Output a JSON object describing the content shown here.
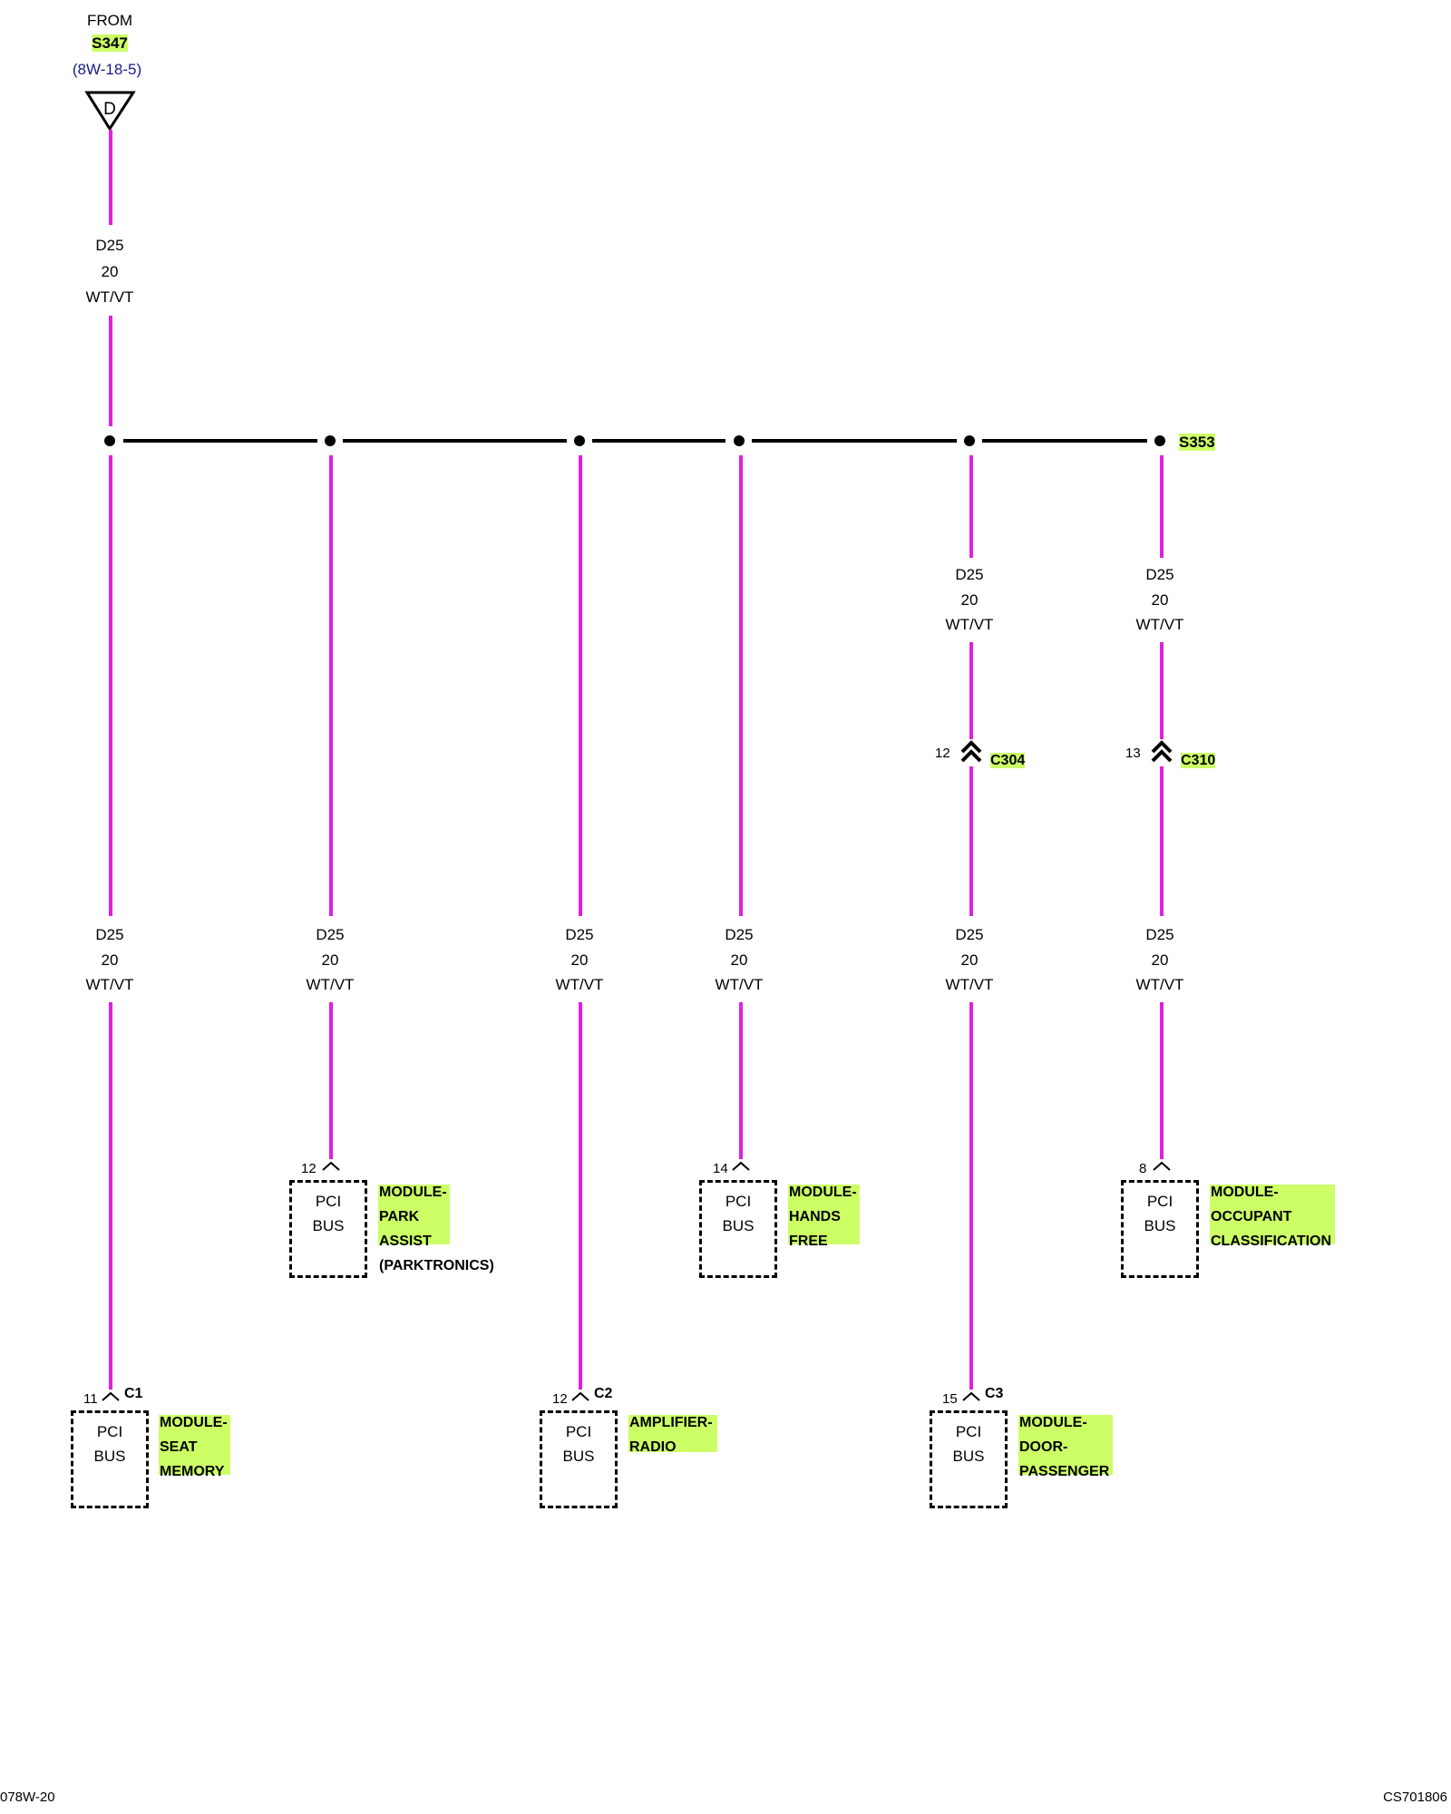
{
  "source": {
    "from_label": "FROM",
    "splice": "S347",
    "page_ref": "(8W-18-5)",
    "connector_letter": "D"
  },
  "wire": {
    "circuit": "D25",
    "gauge": "20",
    "color_code": "WT/VT"
  },
  "colors": {
    "wire": "#e020e0",
    "bus": "#000000",
    "highlight": "#ccff66",
    "ref": "#1a1a8c"
  },
  "end_splice": "S353",
  "inline_connectors": [
    {
      "pin": "12",
      "name": "C304"
    },
    {
      "pin": "13",
      "name": "C310"
    }
  ],
  "modules": [
    {
      "pin": "11",
      "connector": "C1",
      "line1": "PCI",
      "line2": "BUS",
      "name": [
        "MODULE-",
        "SEAT",
        "MEMORY"
      ]
    },
    {
      "pin": "12",
      "connector": "",
      "line1": "PCI",
      "line2": "BUS",
      "name": [
        "MODULE-",
        "PARK",
        "ASSIST"
      ],
      "note": "(PARKTRONICS)"
    },
    {
      "pin": "12",
      "connector": "C2",
      "line1": "PCI",
      "line2": "BUS",
      "name": [
        "AMPLIFIER-",
        "RADIO"
      ]
    },
    {
      "pin": "14",
      "connector": "",
      "line1": "PCI",
      "line2": "BUS",
      "name": [
        "MODULE-",
        "HANDS",
        "FREE"
      ]
    },
    {
      "pin": "15",
      "connector": "C3",
      "line1": "PCI",
      "line2": "BUS",
      "name": [
        "MODULE-",
        "DOOR-",
        "PASSENGER"
      ]
    },
    {
      "pin": "8",
      "connector": "",
      "line1": "PCI",
      "line2": "BUS",
      "name": [
        "MODULE-",
        "OCCUPANT",
        "CLASSIFICATION"
      ]
    }
  ],
  "footer": {
    "left": "078W-20",
    "right": "CS701806"
  }
}
